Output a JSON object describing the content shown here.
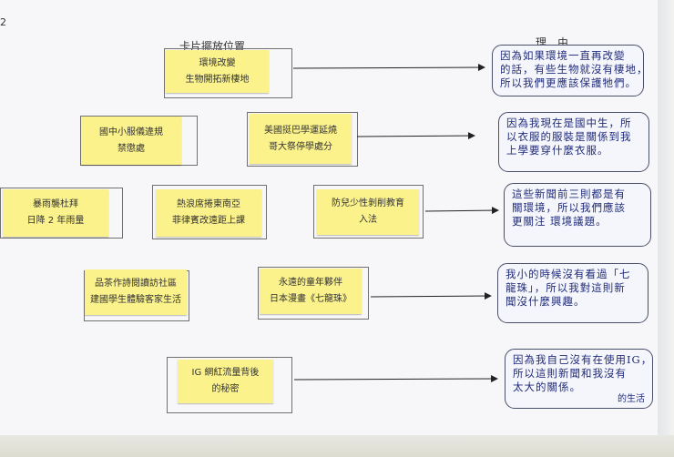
{
  "margin_number": "2",
  "headers": {
    "placement": "卡片擺放位置",
    "reason": "理　由"
  },
  "cards": [
    {
      "id": "c1",
      "lines": [
        "環境改變",
        "生物開拓新棲地"
      ]
    },
    {
      "id": "c2",
      "lines": [
        "國中小服儀違規",
        "禁懲處"
      ]
    },
    {
      "id": "c3",
      "lines": [
        "美國挺巴學運延燒",
        "哥大祭停學處分"
      ]
    },
    {
      "id": "c4",
      "lines": [
        "暴雨襲杜拜",
        "日降 2 年雨量"
      ]
    },
    {
      "id": "c5",
      "lines": [
        "熱浪席捲東南亞",
        "菲律賓改遠距上課"
      ]
    },
    {
      "id": "c6",
      "lines": [
        "防兒少性剝削教育",
        "入法"
      ]
    },
    {
      "id": "c7",
      "lines": [
        "品茶作詩閱讀訪社區",
        "建國學生體驗客家生活"
      ]
    },
    {
      "id": "c8",
      "lines": [
        "永遠的童年夥伴",
        "日本漫畫《七龍珠》"
      ]
    },
    {
      "id": "c9",
      "lines": [
        "IG 網紅流量背後",
        "的秘密"
      ]
    }
  ],
  "notes": [
    {
      "id": "n1",
      "lines": [
        "因為如果環境一直再改變",
        "的話，有些生物就沒有棲地，",
        "所以我們更應該保護牠們。"
      ]
    },
    {
      "id": "n2",
      "lines": [
        "因為我現在是國中生，所",
        "以衣服的服裝是關係到我",
        "上學要穿什麼衣服。"
      ]
    },
    {
      "id": "n3",
      "lines": [
        "這些新聞前三則都是有",
        "關環境，所以我們應該",
        "更關注 環境議題。"
      ]
    },
    {
      "id": "n4",
      "lines": [
        "我小的時候沒有看過「七",
        "龍珠」，所以我對這則新",
        "聞沒什麼興趣。"
      ]
    },
    {
      "id": "n5",
      "lines": [
        "因為我自己沒有在使用IG，",
        "所以這則新聞和我沒有",
        "太大的關係。"
      ]
    }
  ],
  "note5_aside": "的生活"
}
